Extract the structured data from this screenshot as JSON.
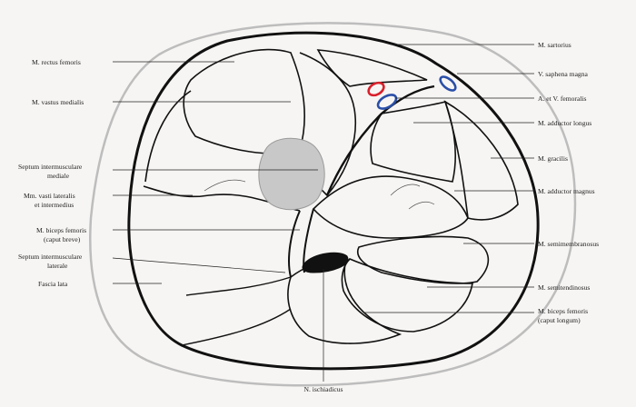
{
  "labels": {
    "rectus_femoris": "M. rectus femoris",
    "vastus_medialis": "M. vastus medialis",
    "septum_mediale_1": "Septum intermusculare",
    "septum_mediale_2": "mediale",
    "vasti_1": "Mm. vasti lateralis",
    "vasti_2": "et intermedius",
    "biceps_breve_1": "M. biceps femoris",
    "biceps_breve_2": "(caput breve)",
    "septum_laterale_1": "Septum intermusculare",
    "septum_laterale_2": "laterale",
    "fascia_lata": "Fascia lata",
    "sartorius": "M. sartorius",
    "saphena": "V. saphena magna",
    "femoralis": "A. et V. femoralis",
    "adductor_longus": "M. adductor longus",
    "gracilis": "M. gracilis",
    "adductor_magnus": "M. adductor magnus",
    "semimembranosus": "M. semimembranosus",
    "semitendinosus": "M. semitendinosus",
    "biceps_longum_1": "M. biceps femoris",
    "biceps_longum_2": "(caput longum)",
    "ischiadicus": "N. ischiadicus"
  },
  "colors": {
    "artery": "#d9202a",
    "vein": "#2a4fa8",
    "bone": "#c8c8c8",
    "outline": "#111111",
    "skin": "#bdbdbd"
  }
}
